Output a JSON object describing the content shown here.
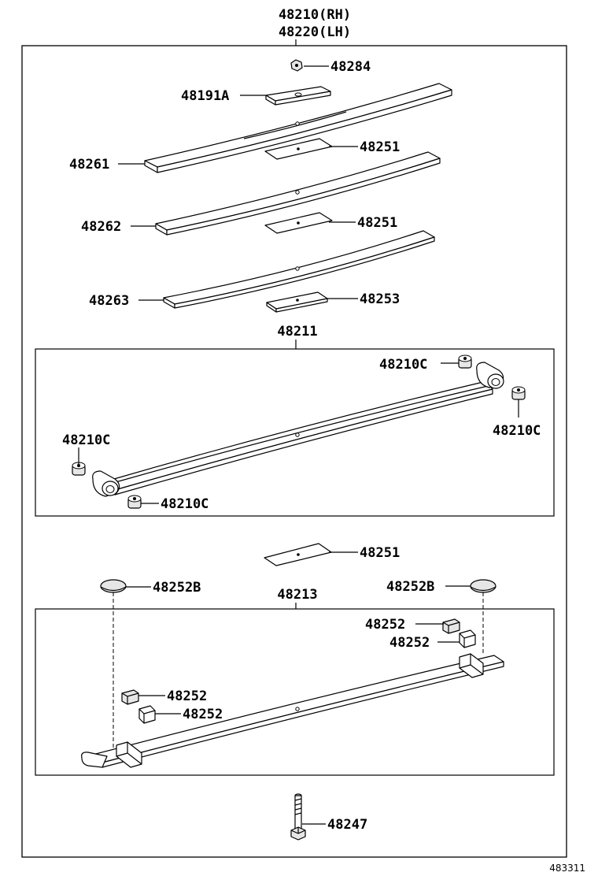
{
  "header": {
    "line1": "48210(RH)",
    "line2": "48220(LH)"
  },
  "labels": {
    "p48284": "48284",
    "p48191a": "48191A",
    "p48261": "48261",
    "p48251_top": "48251",
    "p48262": "48262",
    "p48251_mid": "48251",
    "p48263": "48263",
    "p48253": "48253",
    "p48211": "48211",
    "p48210c_tr": "48210C",
    "p48210c_r": "48210C",
    "p48210c_l": "48210C",
    "p48210c_bl": "48210C",
    "p48251_low": "48251",
    "p48252b_l": "48252B",
    "p48252b_r": "48252B",
    "p48213": "48213",
    "p48252_a": "48252",
    "p48252_b": "48252",
    "p48252_c": "48252",
    "p48252_d": "48252",
    "p48247": "48247"
  },
  "footer": {
    "code": "483311"
  }
}
